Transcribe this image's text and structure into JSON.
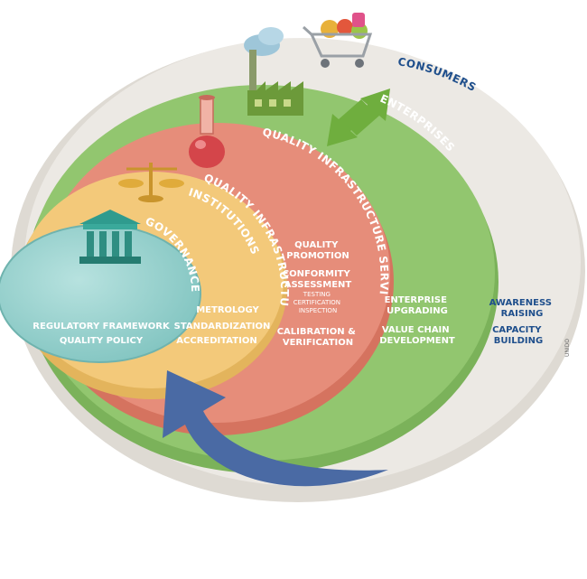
{
  "rings": {
    "consumers": {
      "title": "CONSUMERS",
      "items": [
        [
          "AWARENESS",
          "RAISING"
        ],
        [
          "CAPACITY",
          "BUILDING"
        ]
      ]
    },
    "enterprises": {
      "title": "ENTERPRISES",
      "items": [
        [
          "ENTERPRISE",
          "UPGRADING"
        ],
        [
          "VALUE CHAIN",
          "DEVELOPMENT"
        ]
      ]
    },
    "services": {
      "title": "QUALITY INFRASTRUCTURE SERVICES",
      "items": [
        [
          "QUALITY",
          "PROMOTION"
        ],
        [
          "CONFORMITY",
          "ASSESSMENT"
        ],
        [
          "CALIBRATION &",
          "VERIFICATION"
        ]
      ],
      "sub_items": [
        "TESTING",
        "CERTIFICATION",
        "INSPECTION"
      ]
    },
    "institutions": {
      "title_line1": "QUALITY INFRASTRUCTURE",
      "title_line2": "INSTITUTIONS",
      "items": [
        "METROLOGY",
        "STANDARDIZATION",
        "ACCREDITATION"
      ]
    },
    "governance": {
      "title": "GOVERNANCE",
      "items": [
        "REGULATORY FRAMEWORK",
        "QUALITY POLICY"
      ]
    }
  },
  "credit": "UNIDO",
  "colors": {
    "consumers": "#e7e4de",
    "enterprises": "#8fc46d",
    "services": "#e48a78",
    "institutions": "#f1c777",
    "governance": "#8ccdc9",
    "arrow": "#4a6aa4",
    "text_dark": "#1f4f8c"
  }
}
